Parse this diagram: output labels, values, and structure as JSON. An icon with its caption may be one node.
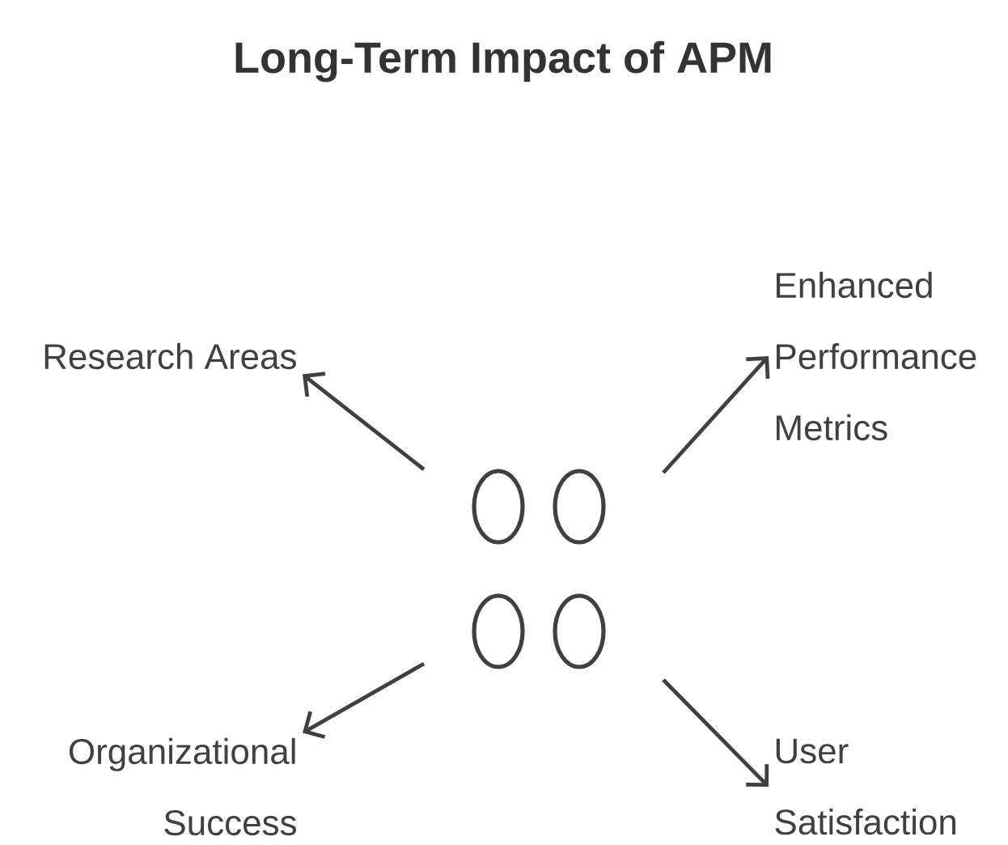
{
  "diagram": {
    "title": "Long-Term Impact of APM",
    "nodes": [
      {
        "text": [
          "Research Areas"
        ]
      },
      {
        "text": [
          "Enhanced Performance Metrics"
        ]
      },
      {
        "text": [],
        "shape": "circle"
      },
      {
        "text": [],
        "shape": "circle"
      },
      {
        "text": [],
        "shape": "circle"
      },
      {
        "text": [],
        "shape": "circle"
      },
      {
        "text": [
          "Organizational Success"
        ]
      },
      {
        "text": [
          "User Satisfaction"
        ]
      }
    ],
    "edges": [
      {
        "from": null,
        "to": 0,
        "arrow": "to"
      },
      {
        "from": null,
        "to": 1,
        "arrow": "to"
      },
      {
        "from": null,
        "to": 6,
        "arrow": "to"
      },
      {
        "from": null,
        "to": 7,
        "arrow": "to"
      }
    ]
  }
}
